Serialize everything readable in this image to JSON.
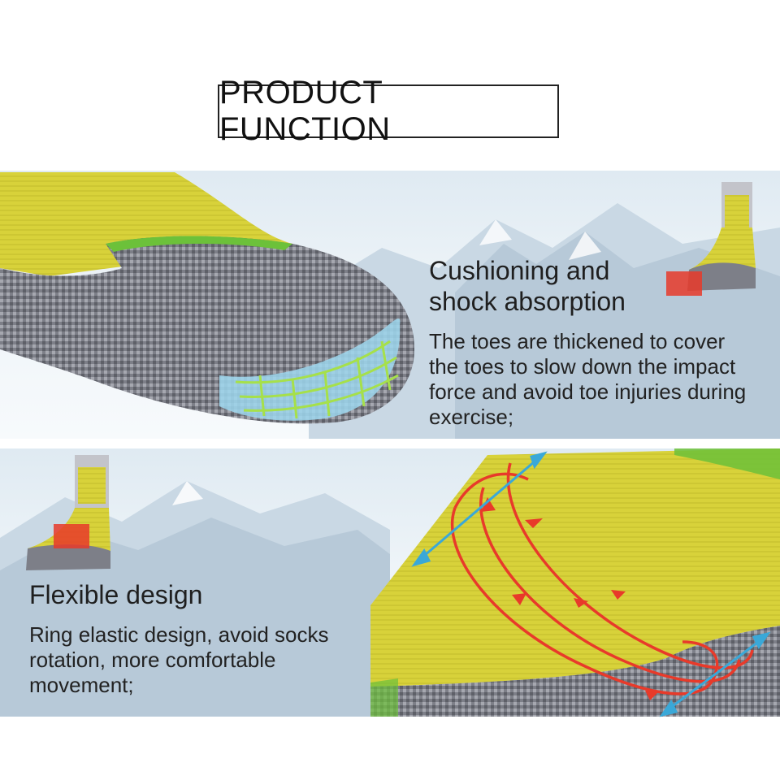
{
  "title": "PRODUCT FUNCTION",
  "features": [
    {
      "heading_line1": "Cushioning and",
      "heading_line2": "shock absorption",
      "description_line1": "The toes are thickened to cover",
      "description_line2": "the toes to slow down the impact",
      "description_line3": "force and avoid toe injuries during",
      "description_line4": "exercise;"
    },
    {
      "heading": "Flexible design",
      "description_line1": "Ring elastic design, avoid socks",
      "description_line2": "rotation, more comfortable",
      "description_line3": "movement;"
    }
  ],
  "colors": {
    "sock_yellow": "#d8d23a",
    "sock_gray": "#7d7f88",
    "accent_green": "#6cc13a",
    "highlight_red": "#e83a2a",
    "arrow_cyan": "#3aa8d8",
    "cushion_blue": "#9ed7ee"
  }
}
